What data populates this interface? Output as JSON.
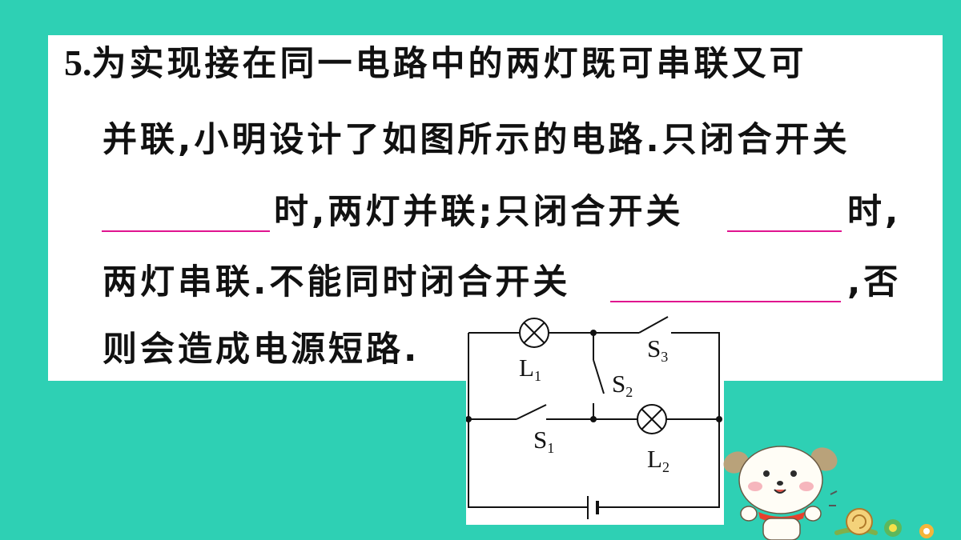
{
  "question": {
    "number": "5.",
    "line1": "为实现接在同一电路中的两灯既可串联又可",
    "line2": "并联,小明设计了如图所示的电路.只闭合开关",
    "line3_a": "时,两灯并联;只闭合开关",
    "line3_b": "时,",
    "line4_a": "两灯串联.不能同时闭合开关",
    "line4_b": ",否",
    "line5": "则会造成电源短路."
  },
  "circuit": {
    "lamp1": {
      "letter": "L",
      "sub": "1"
    },
    "lamp2": {
      "letter": "L",
      "sub": "2"
    },
    "switch1": {
      "letter": "S",
      "sub": "1"
    },
    "switch2": {
      "letter": "S",
      "sub": "2"
    },
    "switch3": {
      "letter": "S",
      "sub": "3"
    }
  },
  "colors": {
    "background": "#2ed0b4",
    "card": "#ffffff",
    "blank_underline": "#e0148f",
    "text": "#111111"
  },
  "decorations": {
    "mascot": "cartoon-puppy-illustration",
    "snail": "snail-icon"
  }
}
